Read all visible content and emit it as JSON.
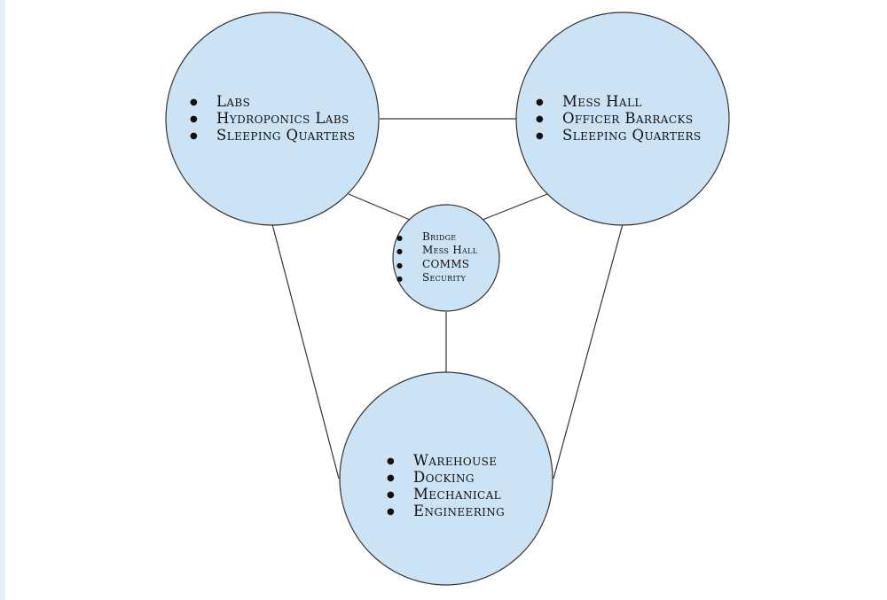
{
  "diagram": {
    "type": "node-link",
    "fill_color": "#cce3f5",
    "stroke_color": "#333333",
    "nodes": {
      "top_left": {
        "items": [
          "Labs",
          "Hydroponics Labs",
          "Sleeping Quarters"
        ]
      },
      "top_right": {
        "items": [
          "Mess Hall",
          "Officer Barracks",
          "Sleeping Quarters"
        ]
      },
      "center": {
        "items": [
          "Bridge",
          "Mess Hall",
          "COMMS",
          "Security"
        ]
      },
      "bottom": {
        "items": [
          "Warehouse",
          "Docking",
          "Mechanical",
          "Engineering"
        ]
      }
    },
    "edges": [
      {
        "from": "top_left",
        "to": "top_right"
      },
      {
        "from": "top_left",
        "to": "center"
      },
      {
        "from": "top_right",
        "to": "center"
      },
      {
        "from": "center",
        "to": "bottom"
      },
      {
        "from": "top_left",
        "to": "bottom"
      },
      {
        "from": "top_right",
        "to": "bottom"
      }
    ]
  }
}
